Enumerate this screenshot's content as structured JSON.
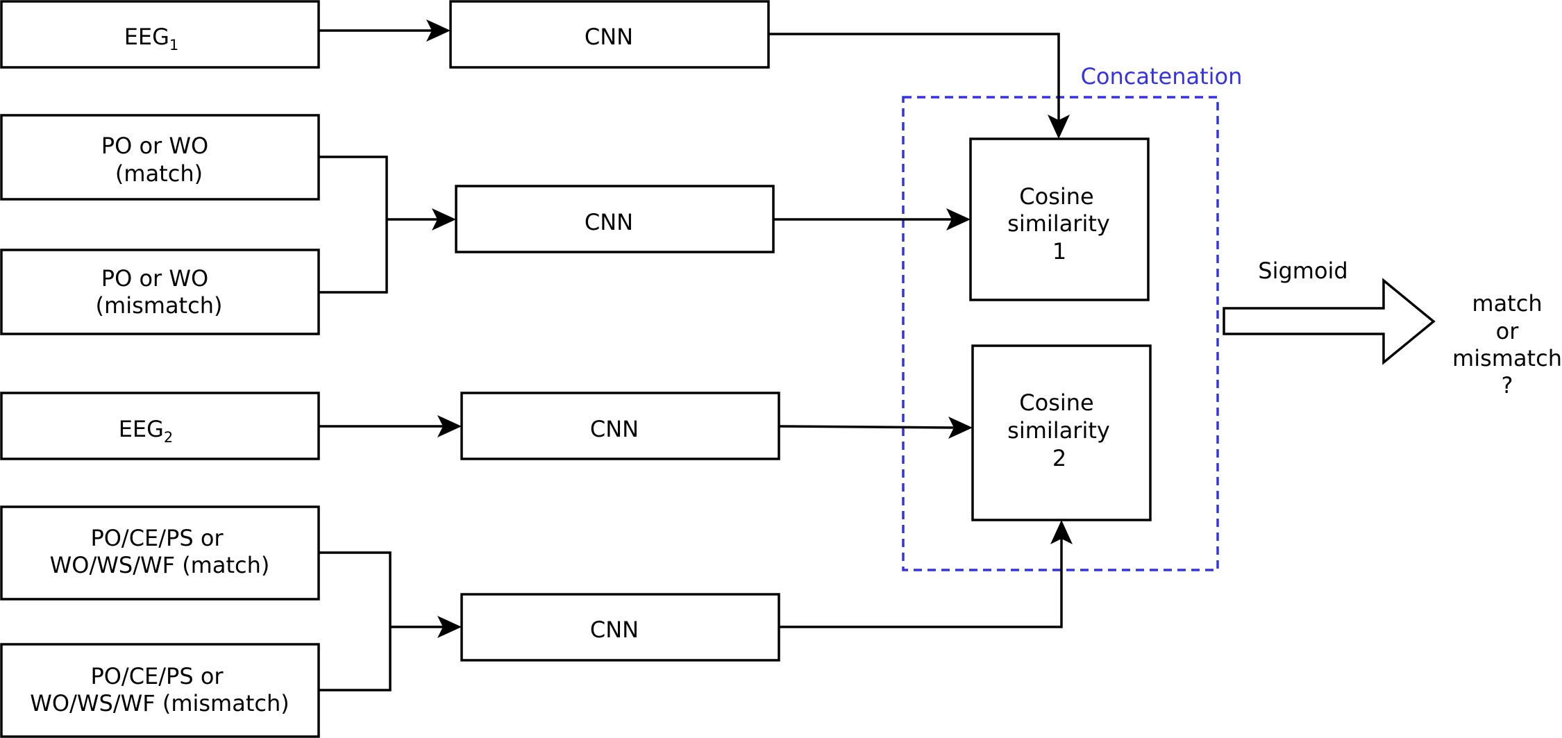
{
  "inputs": {
    "eeg1": {
      "text": "EEG",
      "sub": "1"
    },
    "po_wo_match": {
      "line1": "PO or WO",
      "line2": "(match)"
    },
    "po_wo_mismatch": {
      "line1": "PO or WO",
      "line2": "(mismatch)"
    },
    "eeg2": {
      "text": "EEG",
      "sub": "2"
    },
    "pocps_match": {
      "line1": "PO/CE/PS or",
      "line2": "WO/WS/WF (match)"
    },
    "pocps_mismatch": {
      "line1": "PO/CE/PS or",
      "line2": "WO/WS/WF (mismatch)"
    }
  },
  "cnn": {
    "label": "CNN"
  },
  "concat": {
    "label": "Concatenation",
    "color": "#3333e6"
  },
  "cosine1": {
    "line1": "Cosine",
    "line2": "similarity",
    "line3": "1"
  },
  "cosine2": {
    "line1": "Cosine",
    "line2": "similarity",
    "line3": "2"
  },
  "sigmoid": {
    "label": "Sigmoid"
  },
  "output": {
    "line1": "match",
    "line2": "or",
    "line3": "mismatch",
    "line4": "?"
  }
}
